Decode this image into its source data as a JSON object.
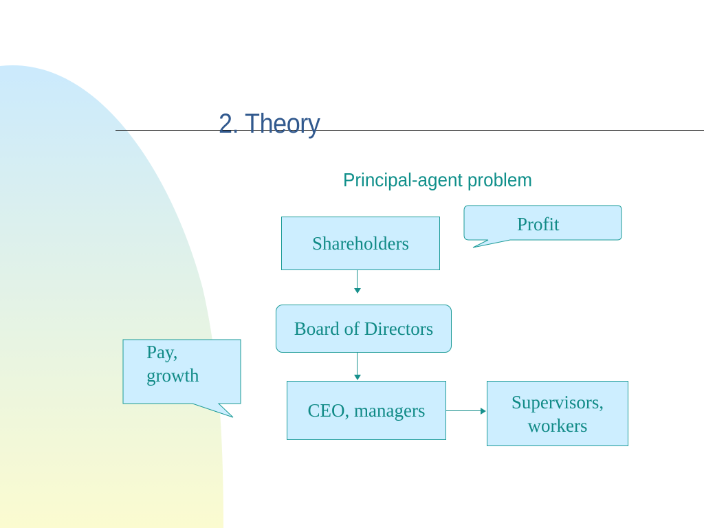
{
  "title": "2. Theory",
  "subtitle": "Principal-agent problem",
  "boxes": {
    "shareholders": "Shareholders",
    "board": "Board of Directors",
    "ceo": "CEO, managers",
    "supervisors": "Supervisors,\nworkers"
  },
  "callouts": {
    "profit": "Profit",
    "pay_growth": "Pay,\ngrowth"
  },
  "colors": {
    "title": "#31598e",
    "text": "#108a86",
    "box_fill": "#cdeeff",
    "box_border": "#1a9a96",
    "gradient_top": "#cbeafd",
    "gradient_bottom": "#fbfbd0"
  }
}
